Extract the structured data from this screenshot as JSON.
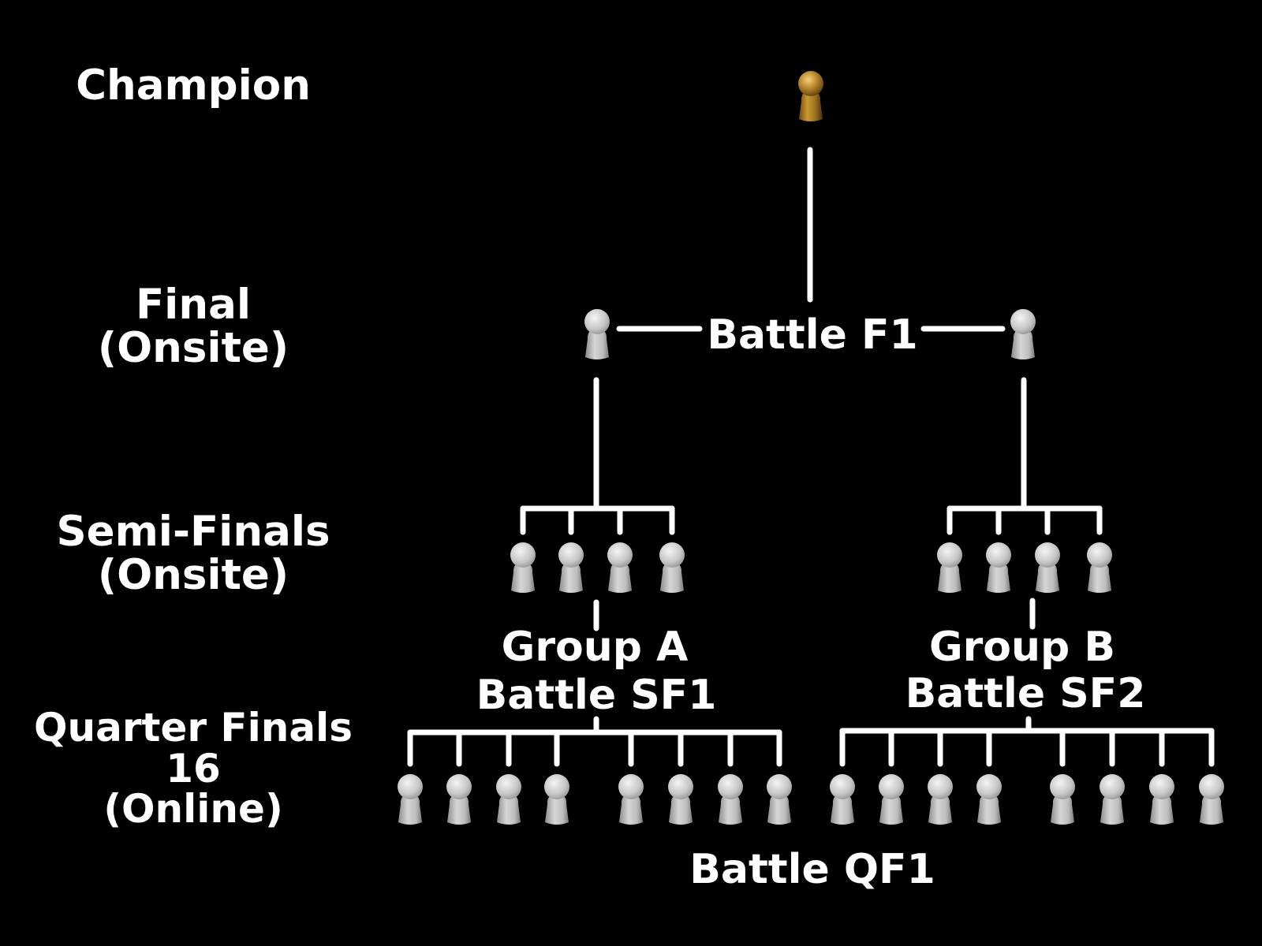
{
  "stages": {
    "champion": {
      "label": "Champion"
    },
    "final": {
      "line1": "Final",
      "line2": "(Onsite)"
    },
    "semi": {
      "line1": "Semi-Finals",
      "line2": "(Onsite)"
    },
    "quarter": {
      "line1": "Quarter Finals",
      "line2": "16",
      "line3": "(Online)"
    }
  },
  "battles": {
    "final": "Battle F1",
    "group_a": {
      "group": "Group A",
      "battle": "Battle SF1"
    },
    "group_b": {
      "group": "Group B",
      "battle": "Battle SF2"
    },
    "quarter": "Battle QF1"
  },
  "icons": {
    "champion": "champion-pawn-icon",
    "player": "player-pawn-icon"
  },
  "colors": {
    "background": "#000000",
    "line": "#ffffff",
    "champion_pawn": "#b8862b",
    "player_pawn": "#c9c9c9"
  }
}
